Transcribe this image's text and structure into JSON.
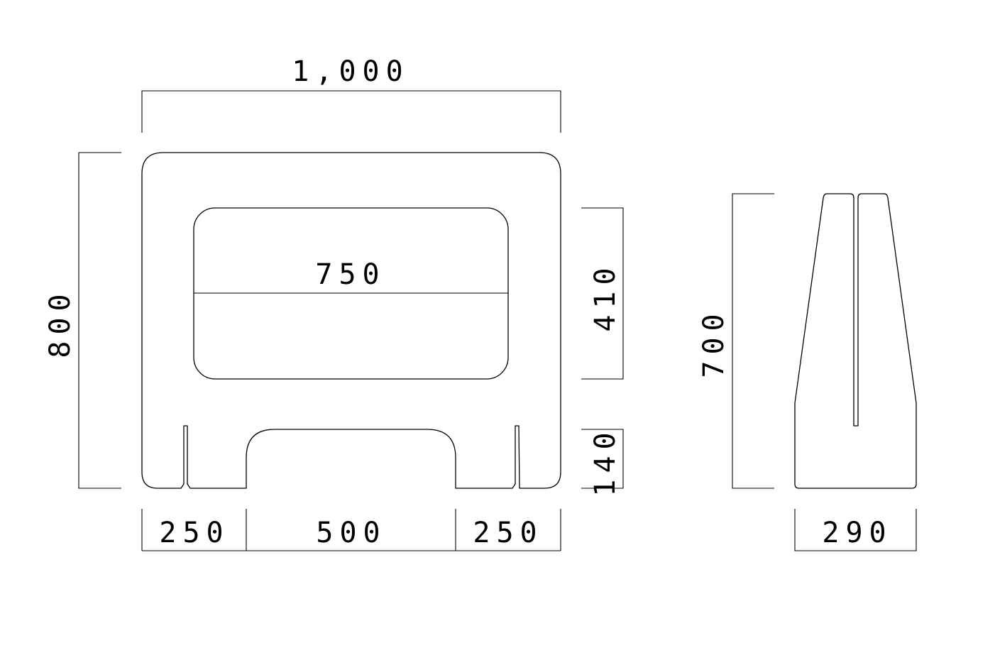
{
  "drawing": {
    "front_view": {
      "overall_width": "1,000",
      "overall_height": "800",
      "opening_width": "750",
      "opening_height": "410",
      "foot_cutout_height": "140",
      "base_left": "250",
      "base_center": "500",
      "base_right": "250"
    },
    "side_view": {
      "height": "700",
      "base_width": "290"
    }
  }
}
